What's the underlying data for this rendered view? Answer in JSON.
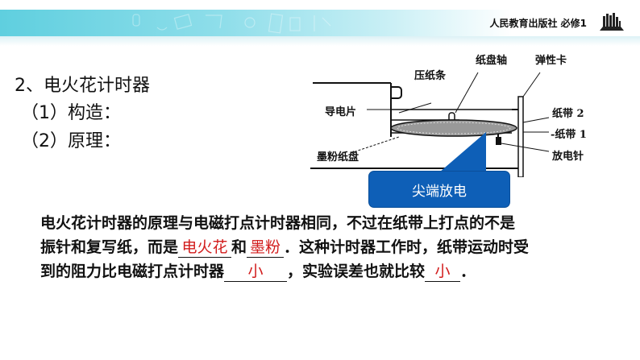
{
  "header": {
    "publisher": "人民教育出版社 必修1",
    "logo_icon": "bookshelf-icon",
    "banner_color_start": "#5fcfdf"
  },
  "section": {
    "title": "2、电火花计时器",
    "items": [
      {
        "label": "（1）构造："
      },
      {
        "label": "（2）原理："
      }
    ]
  },
  "diagram": {
    "labels": {
      "paper_strip_press": "压纸条",
      "paper_disk_axis": "纸盘轴",
      "spring_clip": "弹性卡",
      "conductive_plate": "导电片",
      "paper_tape_2": "纸带 2",
      "paper_tape_1": "-纸带 1",
      "toner_disk": "墨粉纸盘",
      "discharge_needle": "放电针"
    },
    "callout": "尖端放电",
    "callout_color": "#0e5fb7"
  },
  "paragraph": {
    "line1": "电火花计时器的原理与电磁打点计时器相同，不过在纸带上打点的不是",
    "line2_a": "振针和复写纸，而是",
    "blank1": "电火花",
    "line2_b": "和",
    "blank2": "墨粉",
    "line2_c": "．这种计时器工作时，纸带运动时受",
    "line3_a": "到的阻力比电磁打点计时器",
    "blank3": "小",
    "line3_b": "，实验误差也就比较",
    "blank4": "小",
    "line3_c": "．",
    "answer_color": "#d21c1c"
  }
}
